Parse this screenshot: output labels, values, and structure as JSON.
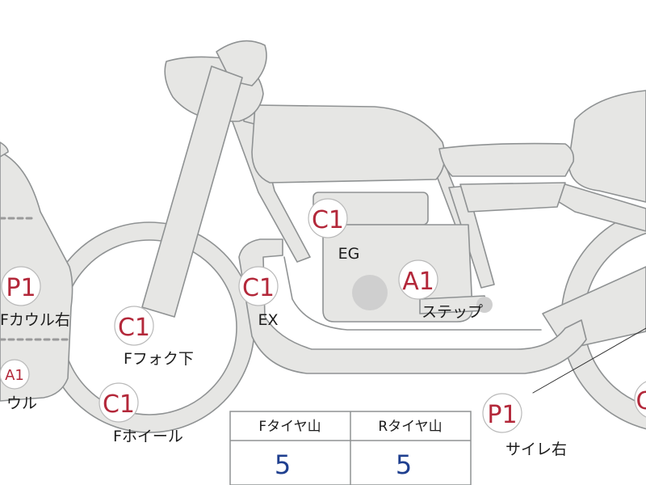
{
  "colors": {
    "part_fill": "#e6e6e4",
    "part_stroke": "#8f9293",
    "badge_fill": "#ffffff",
    "badge_stroke": "#b9b9b9",
    "badge_text": "#b3283a",
    "label_text": "#1c1c1c",
    "tire_value": "#1f3f8f"
  },
  "markers": [
    {
      "id": "cowl-right",
      "code": "P1",
      "label": "Fカウル右"
    },
    {
      "id": "cowl",
      "code": "A1",
      "label": "ウル"
    },
    {
      "id": "front-fork-lower",
      "code": "C1",
      "label": "Fフォク下"
    },
    {
      "id": "front-wheel",
      "code": "C1",
      "label": "Fホイール"
    },
    {
      "id": "exhaust",
      "code": "C1",
      "label": "EX"
    },
    {
      "id": "engine",
      "code": "C1",
      "label": "EG"
    },
    {
      "id": "step",
      "code": "A1",
      "label": "ステップ"
    },
    {
      "id": "silencer-right",
      "code": "P1",
      "label": "サイレ右"
    },
    {
      "id": "rear-edge",
      "code": "C",
      "label": ""
    }
  ],
  "tire_tread": {
    "headers": [
      "Fタイヤ山",
      "Rタイヤ山"
    ],
    "values": [
      "5",
      "5"
    ]
  }
}
